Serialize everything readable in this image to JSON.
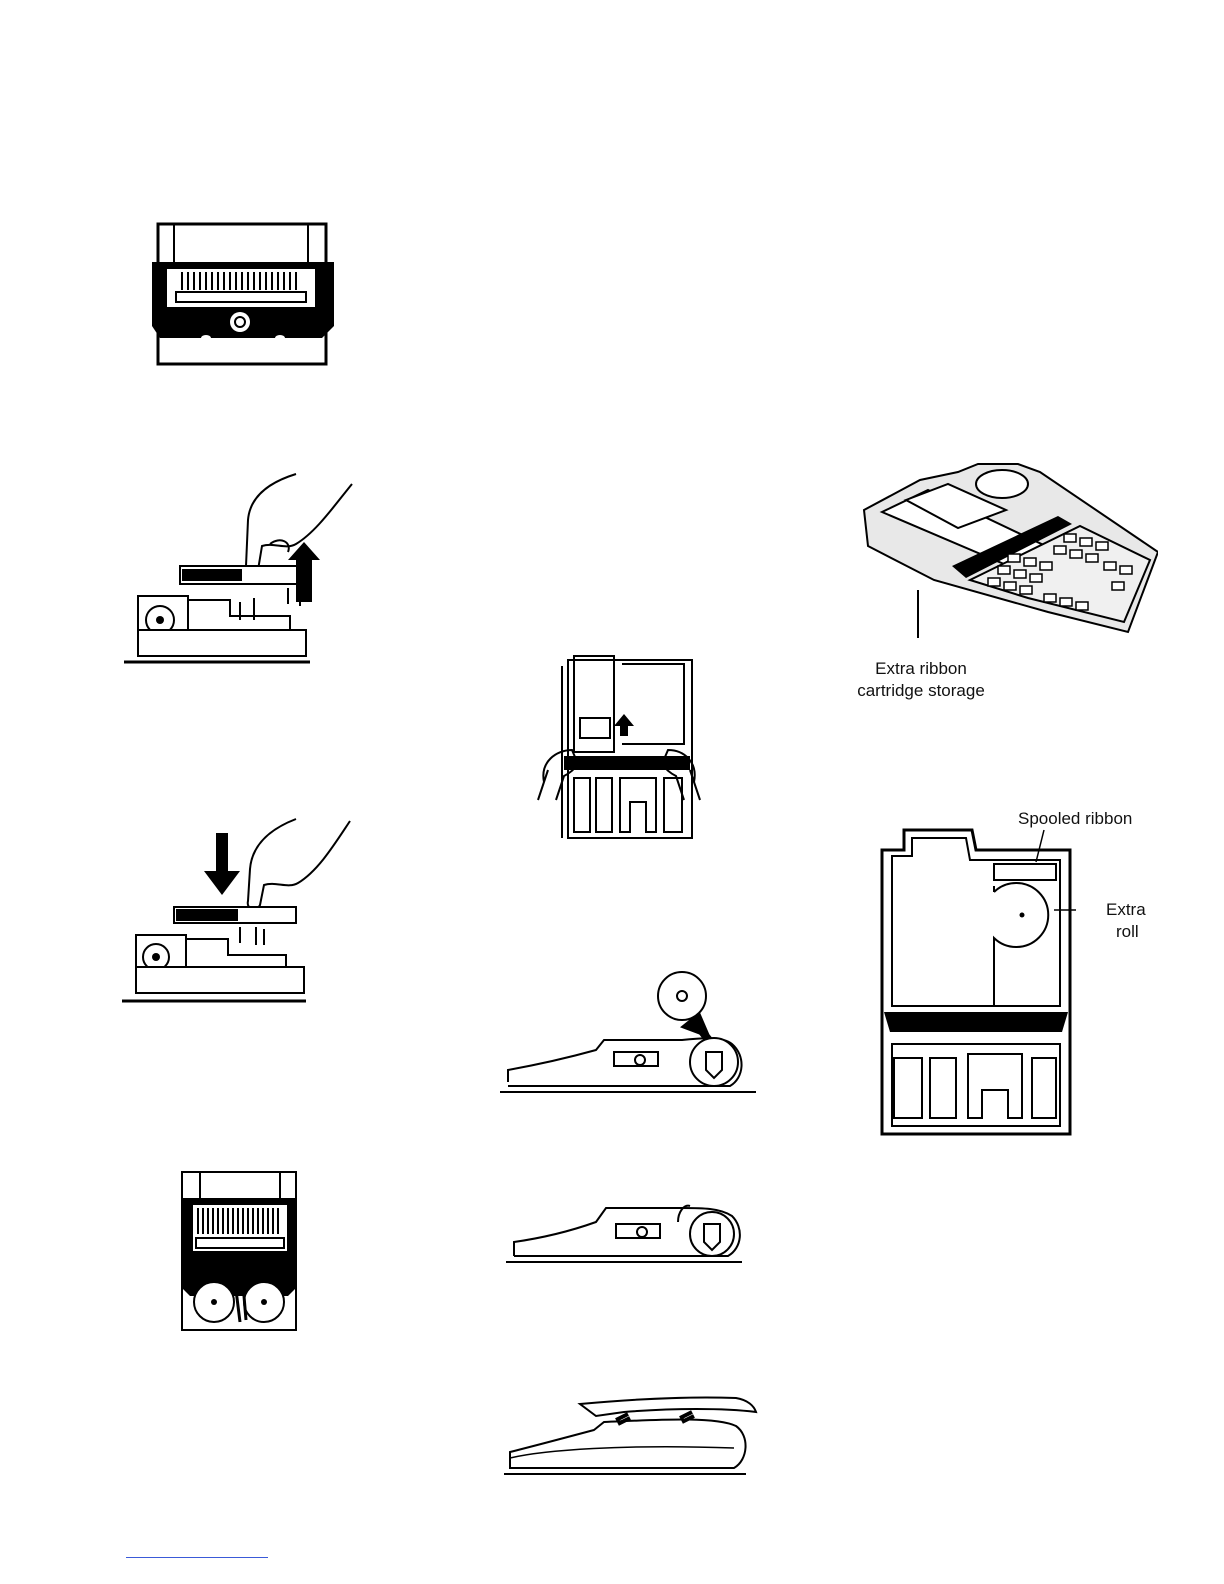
{
  "figures": {
    "print_mechanism": {
      "icon": "printer-mechanism-illustration"
    },
    "remove_cartridge": {
      "icon": "hand-lifting-cartridge-illustration"
    },
    "insert_cartridge": {
      "icon": "hand-inserting-cartridge-illustration"
    },
    "ribbon_spools": {
      "icon": "ribbon-spools-illustration"
    },
    "open_cover": {
      "icon": "hands-opening-cover-illustration"
    },
    "load_roll": {
      "icon": "paper-roll-loading-illustration"
    },
    "roll_seated": {
      "icon": "paper-roll-seated-illustration"
    },
    "attach_cover": {
      "icon": "cover-attach-illustration"
    },
    "calculator": {
      "icon": "calculator-illustration",
      "label_line1": "Extra ribbon",
      "label_line2": "cartridge storage"
    },
    "storage_tray": {
      "icon": "storage-tray-illustration",
      "label_spooled": "Spooled ribbon",
      "label_extra_line1": "Extra",
      "label_extra_line2": "roll"
    }
  },
  "colors": {
    "ink": "#000000",
    "paper": "#ffffff",
    "footer_rule": "#3a5ad8"
  }
}
